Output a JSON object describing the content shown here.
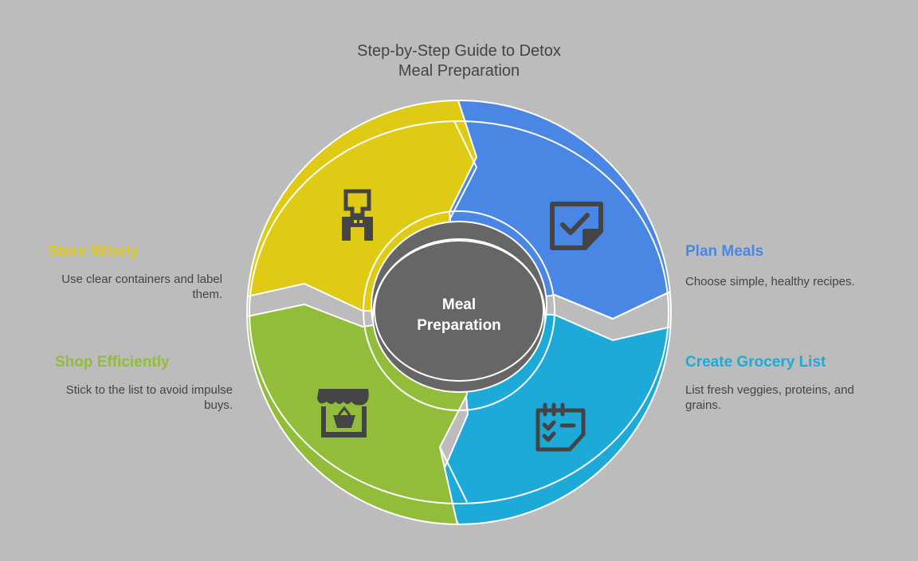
{
  "title": {
    "line1": "Step-by-Step Guide to Detox",
    "line2": "Meal Preparation"
  },
  "center": {
    "line1": "Meal",
    "line2": "Preparation"
  },
  "steps": [
    {
      "title": "Plan Meals",
      "description": "Choose simple, healthy recipes.",
      "color": "#4a86e4",
      "icon": "checkbox-note-icon"
    },
    {
      "title": "Create Grocery List",
      "description_line1": "List fresh veggies, proteins, and",
      "description_line2": "grains.",
      "color": "#1eaad8",
      "icon": "checklist-calendar-icon"
    },
    {
      "title": "Shop Efficiently",
      "description_line1": "Stick to the list to avoid impulse",
      "description_line2": "buys.",
      "color": "#92bd3a",
      "icon": "storefront-basket-icon"
    },
    {
      "title": "Store Wisely",
      "description_line1": "Use clear containers and label",
      "description_line2": "them.",
      "color": "#dfcb16",
      "icon": "water-dispenser-icon"
    }
  ]
}
